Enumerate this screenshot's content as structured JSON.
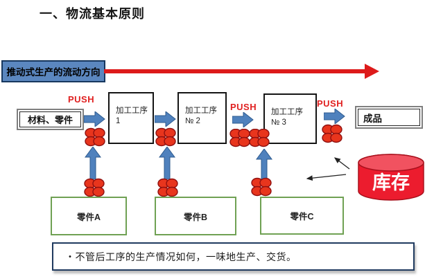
{
  "header": {
    "title": "一、物流基本原则"
  },
  "flow": {
    "label": "推动式生产的流动方向",
    "push": "PUSH"
  },
  "boxes": {
    "materials": "材料、零件",
    "process": [
      {
        "line1": "加工工序",
        "line2": "1"
      },
      {
        "line1": "加工工序",
        "line2": "№ 2"
      },
      {
        "line1": "加工工序",
        "line2": "№ 3"
      }
    ],
    "finished": "成品"
  },
  "parts": [
    "零件A",
    "零件B",
    "零件C"
  ],
  "inventory": {
    "label": "库存"
  },
  "note": {
    "text": "・不管后工序的生产情况如何，一味地生产、交货。"
  },
  "colors": {
    "arrow_red": "#dd1a1a",
    "push_red": "#e02020",
    "flow_box_blue": "#5b87bf",
    "flow_box_border": "#17375e",
    "process_arrow_blue": "#4f81bd",
    "cluster_red": "#e8351d",
    "parts_border_green": "#6fa153",
    "inventory_red": "#ec1c2e",
    "note_border": "#1f3a5f"
  }
}
